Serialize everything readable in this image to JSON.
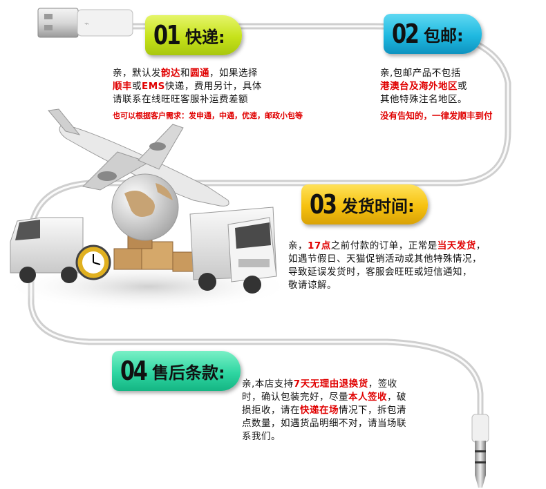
{
  "sections": [
    {
      "num": "01",
      "title": "快递:",
      "color": "#c6e21a"
    },
    {
      "num": "02",
      "title": "包邮:",
      "color": "#1fb9e0"
    },
    {
      "num": "03",
      "title": "发货时间:",
      "color": "#f6c10f"
    },
    {
      "num": "04",
      "title": "售后条款:",
      "color": "#2fd6a2"
    }
  ],
  "s1": {
    "l1a": "亲，默认发",
    "l1b": "韵达",
    "l1c": "和",
    "l1d": "圆通",
    "l1e": "，如果选择",
    "l2a": "顺丰",
    "l2b": "或",
    "l2c": "EMS",
    "l2d": "快递，费用另计，具体",
    "l3": "请联系在线旺旺客服补运费差额",
    "note": "也可以根据客户需求：发申通，中通，优速，邮政小包等"
  },
  "s2": {
    "l1": "亲,包邮产品不包括",
    "l2a": "港澳台及海外地区",
    "l2b": "或",
    "l3": "其他特殊注名地区。",
    "note": "没有告知的，一律发顺丰到付"
  },
  "s3": {
    "l1a": "亲，",
    "l1b": "17点",
    "l1c": "之前付款的订单，正常是",
    "l1d": "当天发货",
    "l1e": "，",
    "l2": "如遇节假日、天猫促销活动或其他特殊情况，",
    "l3": "导致延误发货时，客服会旺旺或短信通知，",
    "l4": "敬请谅解。"
  },
  "s4": {
    "l1a": "亲,本店支持",
    "l1b": "7天无理由退换货",
    "l1c": "，签收",
    "l2a": "时，确认包装完好，尽量",
    "l2b": "本人签收",
    "l2c": "，破",
    "l3a": "损拒收，请在",
    "l3b": "快递在场",
    "l3c": "情况下，拆包清",
    "l4": "点数量，如遇货品明细不对，请当场联",
    "l5": "系我们。"
  }
}
